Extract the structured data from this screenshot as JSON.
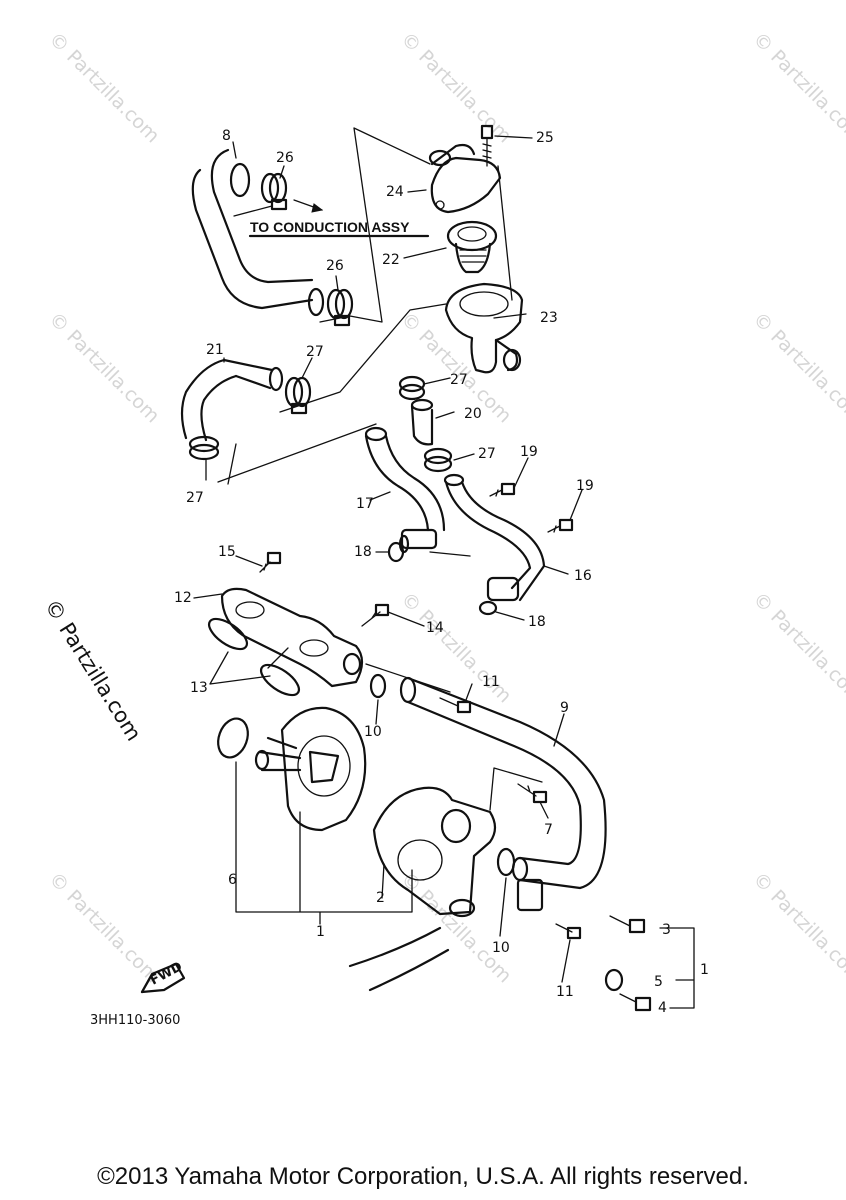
{
  "diagram": {
    "callouts": {
      "c1a": "1",
      "c1b": "1",
      "c2": "2",
      "c3": "3",
      "c4": "4",
      "c5": "5",
      "c6": "6",
      "c7": "7",
      "c8": "8",
      "c9": "9",
      "c10a": "10",
      "c10b": "10",
      "c11a": "11",
      "c11b": "11",
      "c12": "12",
      "c13": "13",
      "c14": "14",
      "c15": "15",
      "c16": "16",
      "c17": "17",
      "c18a": "18",
      "c18b": "18",
      "c19a": "19",
      "c19b": "19",
      "c20": "20",
      "c21": "21",
      "c22": "22",
      "c23": "23",
      "c24": "24",
      "c25": "25",
      "c26a": "26",
      "c26b": "26",
      "c27a": "27",
      "c27b": "27",
      "c27c": "27",
      "c27d": "27"
    },
    "note": "TO CONDUCTION ASSY",
    "fwd_label": "FWD",
    "diagram_code": "3HH110-3060",
    "side_watermark": "© Partzilla.com",
    "watermark": "© Partzilla.com"
  },
  "footer": {
    "copyright": "©2013 Yamaha Motor Corporation, U.S.A. All rights reserved."
  }
}
